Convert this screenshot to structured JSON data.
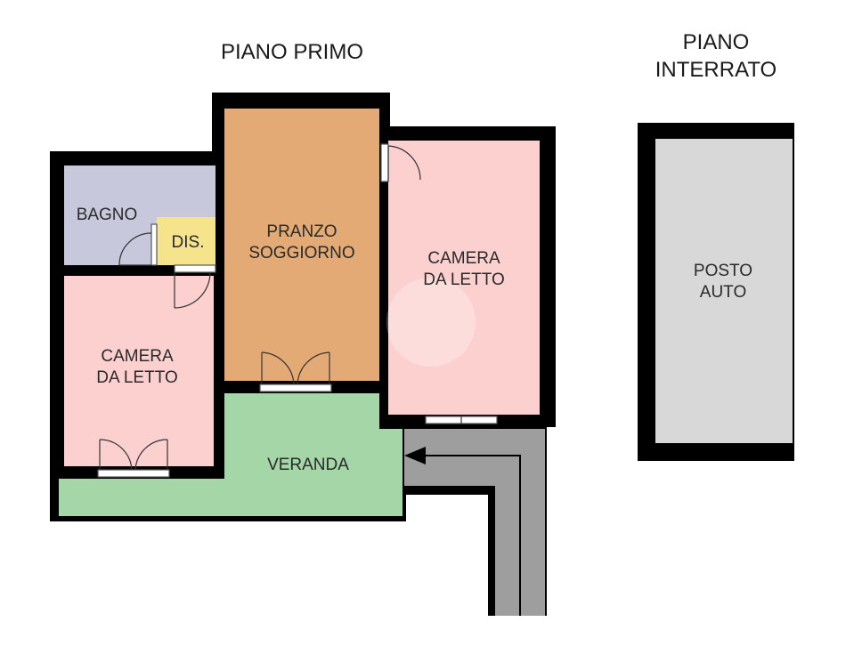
{
  "headings": {
    "primo": "PIANO PRIMO",
    "interrato_line1": "PIANO",
    "interrato_line2": "INTERRATO"
  },
  "rooms": {
    "bagno": {
      "label": "BAGNO",
      "color": "#c8c8dc"
    },
    "dis": {
      "label": "DIS.",
      "color": "#f5e48c"
    },
    "pranzo": {
      "line1": "PRANZO",
      "line2": "SOGGIORNO",
      "color": "#e4aa76"
    },
    "camera_right": {
      "line1": "CAMERA",
      "line2": "DA LETTO",
      "color": "#fdd0d0"
    },
    "camera_left": {
      "line1": "CAMERA",
      "line2": "DA LETTO",
      "color": "#fdd0d0"
    },
    "veranda": {
      "label": "VERANDA",
      "color": "#a5d6a7"
    },
    "posto_auto": {
      "line1": "POSTO",
      "line2": "AUTO",
      "color": "#d8d8d8"
    }
  },
  "colors": {
    "wall": "#000000",
    "ramp": "#9e9e9e"
  }
}
